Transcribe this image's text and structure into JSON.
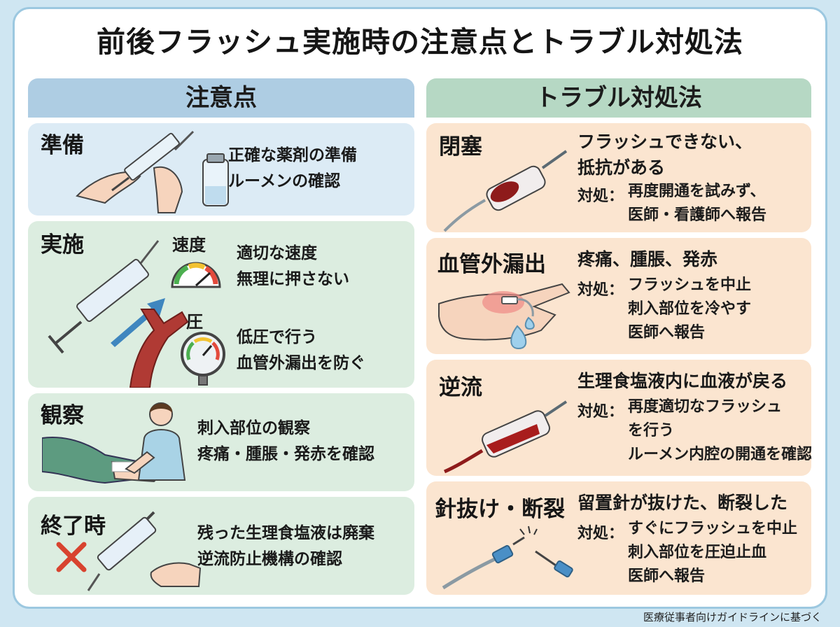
{
  "title": "前後フラッシュ実施時の注意点とトラブル対処法",
  "left_header": "注意点",
  "right_header": "トラブル対処法",
  "cautions": {
    "prep": {
      "label": "準備",
      "lines": [
        "正確な薬剤の準備",
        "ルーメンの確認"
      ]
    },
    "perform": {
      "label": "実施",
      "speed_label": "速度",
      "speed_lines": [
        "適切な速度",
        "無理に押さない"
      ],
      "pressure_label": "圧",
      "pressure_lines": [
        "低圧で行う",
        "血管外漏出を防ぐ"
      ]
    },
    "observe": {
      "label": "観察",
      "lines": [
        "刺入部位の観察",
        "疼痛・腫脹・発赤を確認"
      ]
    },
    "finish": {
      "label": "終了時",
      "lines": [
        "残った生理食塩液は廃棄",
        "逆流防止機構の確認"
      ]
    }
  },
  "troubles": {
    "occlusion": {
      "label": "閉塞",
      "symptom_lines": [
        "フラッシュできない、",
        "抵抗がある"
      ],
      "action_label": "対処：",
      "action_lines": [
        "再度開通を試みず、",
        "医師・看護師へ報告"
      ]
    },
    "extravasation": {
      "label": "血管外漏出",
      "symptom_lines": [
        "疼痛、腫脹、発赤"
      ],
      "action_label": "対処：",
      "action_lines": [
        "フラッシュを中止",
        "刺入部位を冷やす",
        "医師へ報告"
      ]
    },
    "backflow": {
      "label": "逆流",
      "symptom_lines": [
        "生理食塩液内に血液が戻る"
      ],
      "action_label": "対処：",
      "action_lines": [
        "再度適切なフラッシュ",
        "を行う",
        "ルーメン内腔の開通を確認"
      ]
    },
    "dislodge": {
      "label": "針抜け・断裂",
      "symptom_lines": [
        "留置針が抜けた、断裂した"
      ],
      "action_label": "対処：",
      "action_lines": [
        "すぐにフラッシュを中止",
        "刺入部位を圧迫止血",
        "医師へ報告"
      ]
    }
  },
  "footer": "医療従事者向けガイドラインに基づく"
}
